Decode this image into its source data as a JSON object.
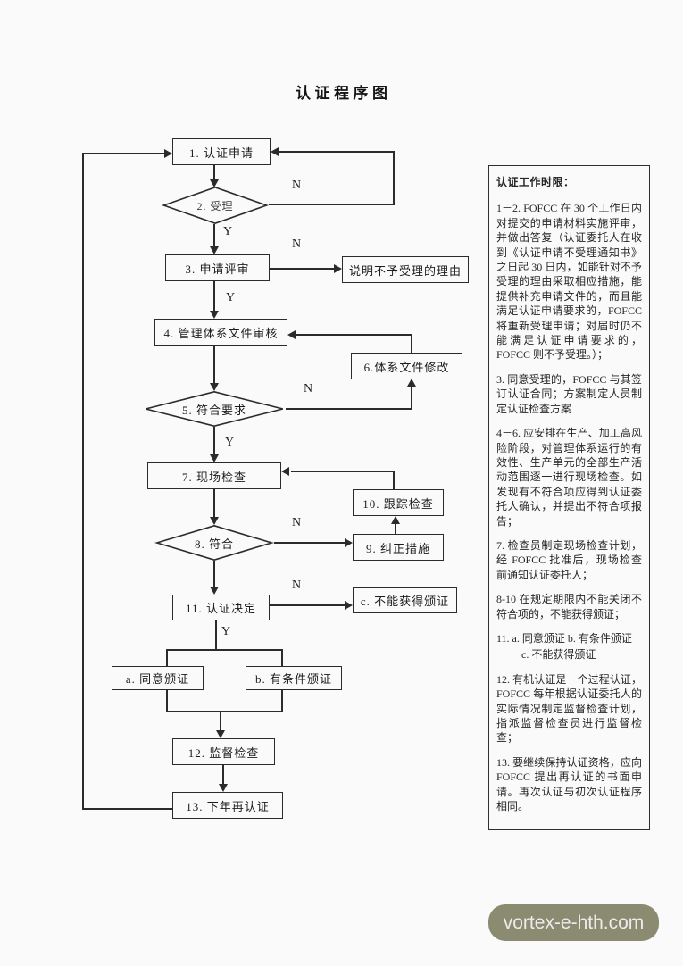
{
  "title": "认证程序图",
  "labels": {
    "yes": "Y",
    "no": "N"
  },
  "flow": {
    "nodes": {
      "n1": "1. 认证申请",
      "d2": "2. 受理",
      "n3": "3. 申请评审",
      "reason": "说明不予受理的理由",
      "n4": "4. 管理体系文件审核",
      "n6": "6.体系文件修改",
      "d5": "5. 符合要求",
      "n7": "7. 现场检查",
      "n10": "10. 跟踪检查",
      "d8": "8. 符合",
      "n9": "9. 纠正措施",
      "n11": "11. 认证决定",
      "nc": "c. 不能获得颁证",
      "na": "a. 同意颁证",
      "nb": "b. 有条件颁证",
      "n12": "12. 监督检查",
      "n13": "13. 下年再认证"
    }
  },
  "panel": {
    "heading": "认证工作时限：",
    "paragraphs": [
      "1－2. FOFCC 在 30 个工作日内对提交的申请材料实施评审，并做出答复（认证委托人在收到《认证申请不受理通知书》之日起 30 日内，如能针对不予受理的理由采取相应措施，能提供补充申请文件的，而且能满足认证申请要求的，FOFCC 将重新受理申请；对届时仍不能满足认证申请要求的，FOFCC 则不予受理。）；",
      "3. 同意受理的，FOFCC 与其签订认证合同；方案制定人员制定认证检查方案",
      "4－6. 应安排在生产、加工高风险阶段，对管理体系运行的有效性、生产单元的全部生产活动范围逐一进行现场检查。如发现有不符合项应得到认证委托人确认，并提出不符合项报告；",
      "7. 检查员制定现场检查计划，经 FOFCC 批准后，现场检查前通知认证委托人；",
      "8-10 在规定期限内不能关闭不符合项的，不能获得颁证；",
      "11. a. 同意颁证 b. 有条件颁证",
      "c. 不能获得颁证",
      "12. 有机认证是一个过程认证，FOFCC 每年根据认证委托人的实际情况制定监督检查计划，指派监督检查员进行监督检查；",
      "13. 要继续保持认证资格，应向 FOFCC 提出再认证的书面申请。再次认证与初次认证程序相同。"
    ]
  },
  "watermark": {
    "text": "vortex-e-hth.com",
    "bg": "#8b8b71",
    "fg": "#ececec"
  },
  "colors": {
    "line": "#2b2b2b",
    "background": "#fbfafa"
  }
}
